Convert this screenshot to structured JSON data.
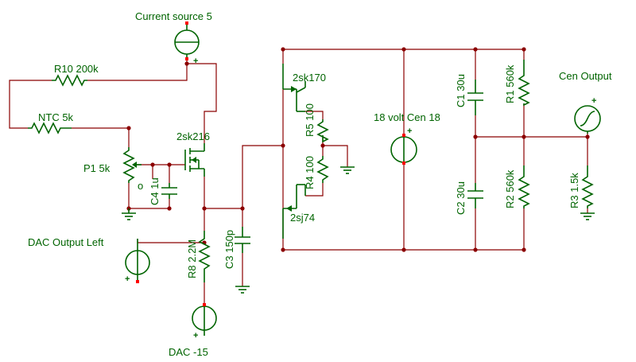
{
  "labels": {
    "current_source": "Current source 5",
    "r10": "R10 200k",
    "ntc": "NTC 5k",
    "p1": "P1 5k",
    "c4": "C4 1u",
    "q_2sk216": "2sk216",
    "dac_left": "DAC Output Left",
    "r8": "R8 2.2M",
    "c3": "C3 150p",
    "dac_neg15": "DAC -15",
    "q_2sk170": "2sk170",
    "r5": "R5 100",
    "r4": "R4 100",
    "q_2sj74": "2sj74",
    "v18": "18 volt Cen 18",
    "c1": "C1 30u",
    "c2": "C2 30u",
    "r1": "R1 560k",
    "r2": "R2 560k",
    "cen_output": "Cen Output",
    "r3": "R3 1.5k"
  },
  "polarity": "+",
  "colors": {
    "component": "#006400",
    "wire": "#8b0000",
    "pin": "#ff0000"
  }
}
